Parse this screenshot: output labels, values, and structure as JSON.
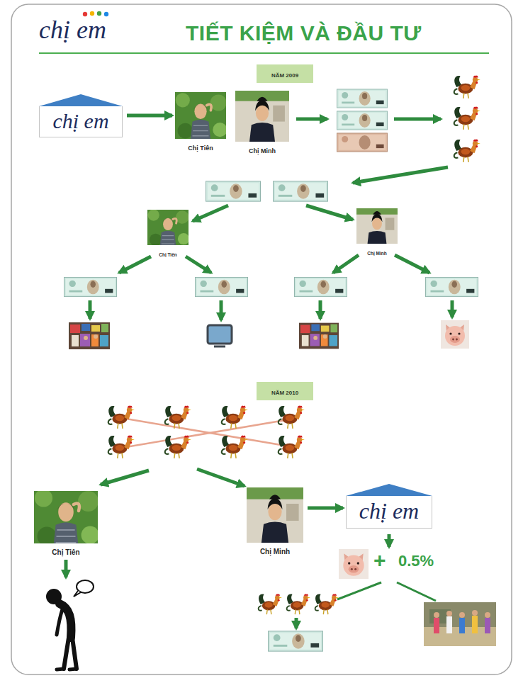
{
  "diagram": {
    "title": "TIẾT KIỆM VÀ ĐẦU TƯ",
    "nodes": [
      {
        "text": [
          "NĂM 2009"
        ]
      },
      {
        "text": [
          "chị em"
        ]
      },
      {
        "text": [
          "Chị Tiên"
        ]
      },
      {
        "text": [
          "Chị Minh"
        ]
      },
      {
        "text": [
          "Chị Tiên"
        ]
      },
      {
        "text": [
          "Chị Minh"
        ]
      },
      {
        "text": [
          "NĂM 2010"
        ]
      },
      {
        "text": [
          "Chị Tiên"
        ]
      },
      {
        "text": [
          "Chị Minh"
        ]
      },
      {
        "text": [
          "chị em"
        ]
      }
    ],
    "edges": [
      {
        "from": 1,
        "to": 2,
        "arrow": "to"
      },
      {
        "from": 8,
        "to": 9,
        "arrow": "to"
      }
    ],
    "labels": [
      "chị em",
      "+",
      "0.5%"
    ]
  }
}
